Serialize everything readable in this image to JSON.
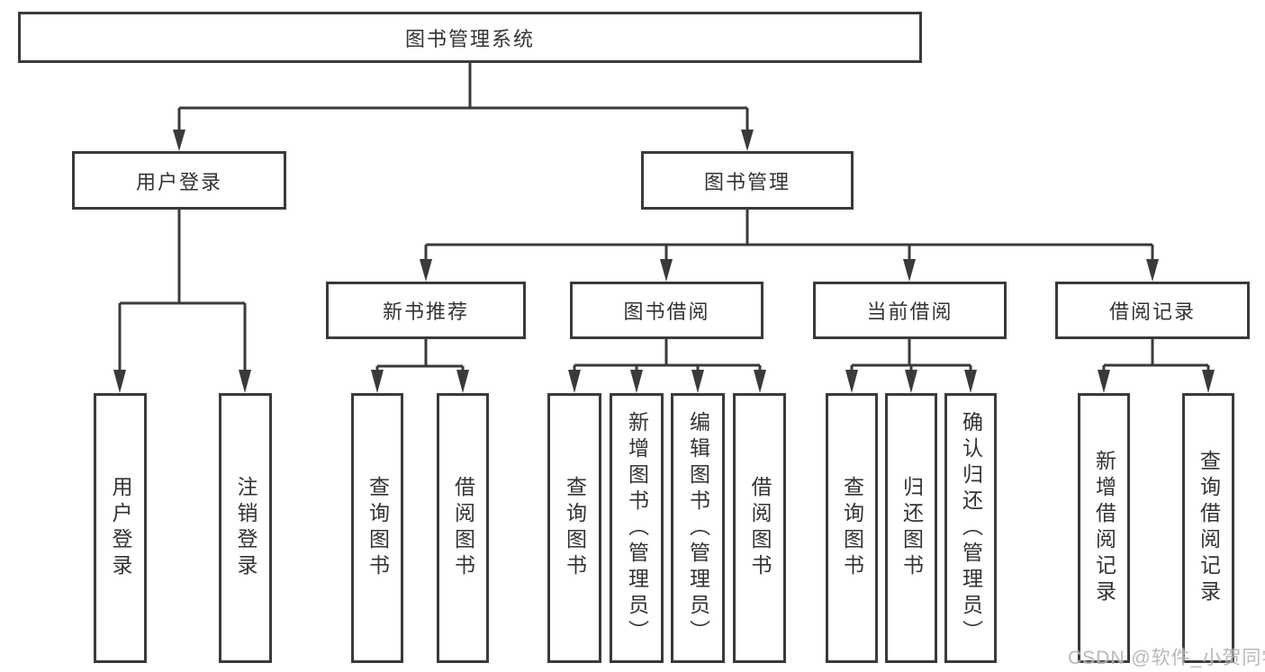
{
  "colors": {
    "line": "#3a3a3a",
    "box_border": "#3a3a3a",
    "text": "#333333",
    "background": "#ffffff",
    "watermark": "#a8a8a8"
  },
  "tree": {
    "root": {
      "label": "图书管理系统",
      "children": [
        {
          "label": "用户登录",
          "children": [
            {
              "label": "用户登录"
            },
            {
              "label": "注销登录"
            }
          ]
        },
        {
          "label": "图书管理",
          "children": [
            {
              "label": "新书推荐",
              "children": [
                {
                  "label": "查询图书"
                },
                {
                  "label": "借阅图书"
                }
              ]
            },
            {
              "label": "图书借阅",
              "children": [
                {
                  "label": "查询图书"
                },
                {
                  "label": "新增图书（管理员）"
                },
                {
                  "label": "编辑图书（管理员）"
                },
                {
                  "label": "借阅图书"
                }
              ]
            },
            {
              "label": "当前借阅",
              "children": [
                {
                  "label": "查询图书"
                },
                {
                  "label": "归还图书"
                },
                {
                  "label": "确认归还（管理员）"
                }
              ]
            },
            {
              "label": "借阅记录",
              "children": [
                {
                  "label": "新增借阅记录"
                },
                {
                  "label": "查询借阅记录"
                }
              ]
            }
          ]
        }
      ]
    }
  },
  "watermark": {
    "text": "CSDN @软件_小贺同学"
  }
}
